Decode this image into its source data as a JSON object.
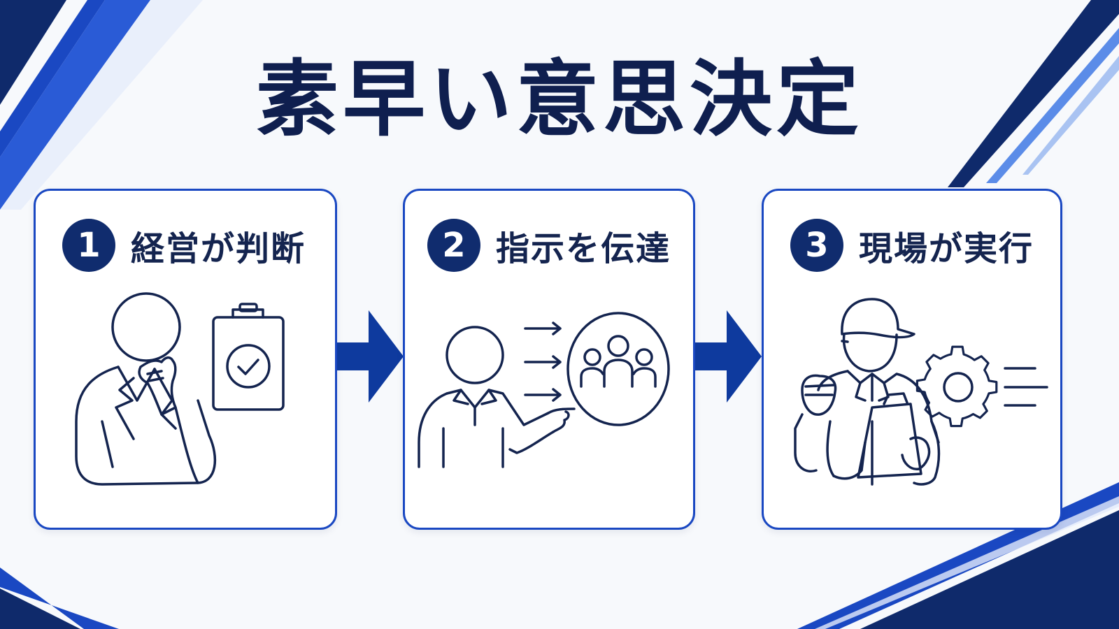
{
  "title": "素早い意思決定",
  "steps": [
    {
      "number": "1",
      "label": "経営が判断",
      "icon": "executive-thinking-icon"
    },
    {
      "number": "2",
      "label": "指示を伝達",
      "icon": "manager-instructing-team-icon"
    },
    {
      "number": "3",
      "label": "現場が実行",
      "icon": "worker-executing-icon"
    }
  ],
  "colors": {
    "navy": "#0f1f4f",
    "accent_blue": "#1a48c2",
    "arrow_blue": "#0e3a9e",
    "light_blue": "#5b8ce8",
    "background": "#f7f9fc"
  }
}
